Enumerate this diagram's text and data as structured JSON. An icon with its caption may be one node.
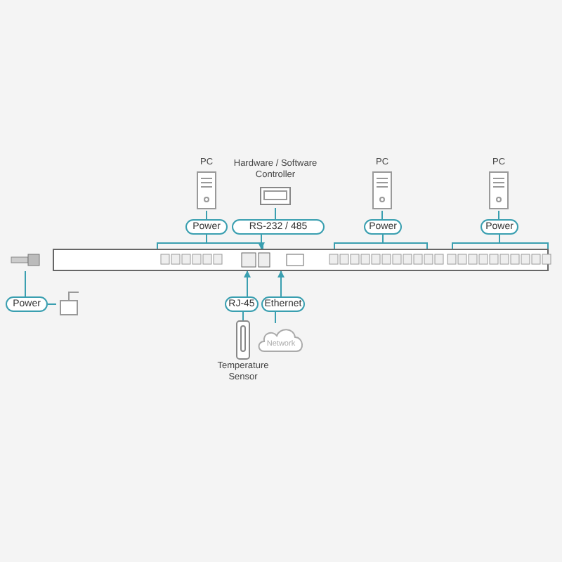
{
  "diagram": {
    "nodes": [
      {
        "text": [
          "PC"
        ]
      },
      {
        "text": [
          "Power"
        ]
      },
      {
        "text": [
          "Hardware / Software Controller"
        ]
      },
      {
        "text": [
          "RS-232 / 485"
        ]
      },
      {
        "text": [
          "PC"
        ]
      },
      {
        "text": [
          "Power"
        ]
      },
      {
        "text": [
          "PC"
        ]
      },
      {
        "text": [
          "Power"
        ]
      },
      {
        "text": [],
        "shape": "bar"
      },
      {
        "text": [
          "Power"
        ]
      },
      {
        "text": [],
        "shape": "box"
      },
      {
        "text": [
          "RJ-45"
        ]
      },
      {
        "text": [
          "Ethernet"
        ]
      },
      {
        "text": [
          "Temperature Sensor"
        ]
      },
      {
        "text": [
          "Network"
        ]
      }
    ],
    "edges": [
      {
        "from": 0,
        "to": 1,
        "arrow": "none"
      },
      {
        "from": 1,
        "to": 8,
        "arrow": "none"
      },
      {
        "from": 2,
        "to": 3,
        "arrow": "none"
      },
      {
        "from": 3,
        "to": 8,
        "arrow": "to"
      },
      {
        "from": 4,
        "to": 5,
        "arrow": "none"
      },
      {
        "from": 5,
        "to": 8,
        "arrow": "none"
      },
      {
        "from": 6,
        "to": 7,
        "arrow": "none"
      },
      {
        "from": 7,
        "to": 8,
        "arrow": "none"
      },
      {
        "from": 8,
        "to": 9,
        "arrow": "none"
      },
      {
        "from": 9,
        "to": 10,
        "arrow": "none"
      },
      {
        "from": 11,
        "to": 8,
        "arrow": "to"
      },
      {
        "from": 12,
        "to": 8,
        "arrow": "to"
      },
      {
        "from": 13,
        "to": 11,
        "arrow": "none"
      },
      {
        "from": 14,
        "to": 12,
        "arrow": "none"
      }
    ]
  }
}
